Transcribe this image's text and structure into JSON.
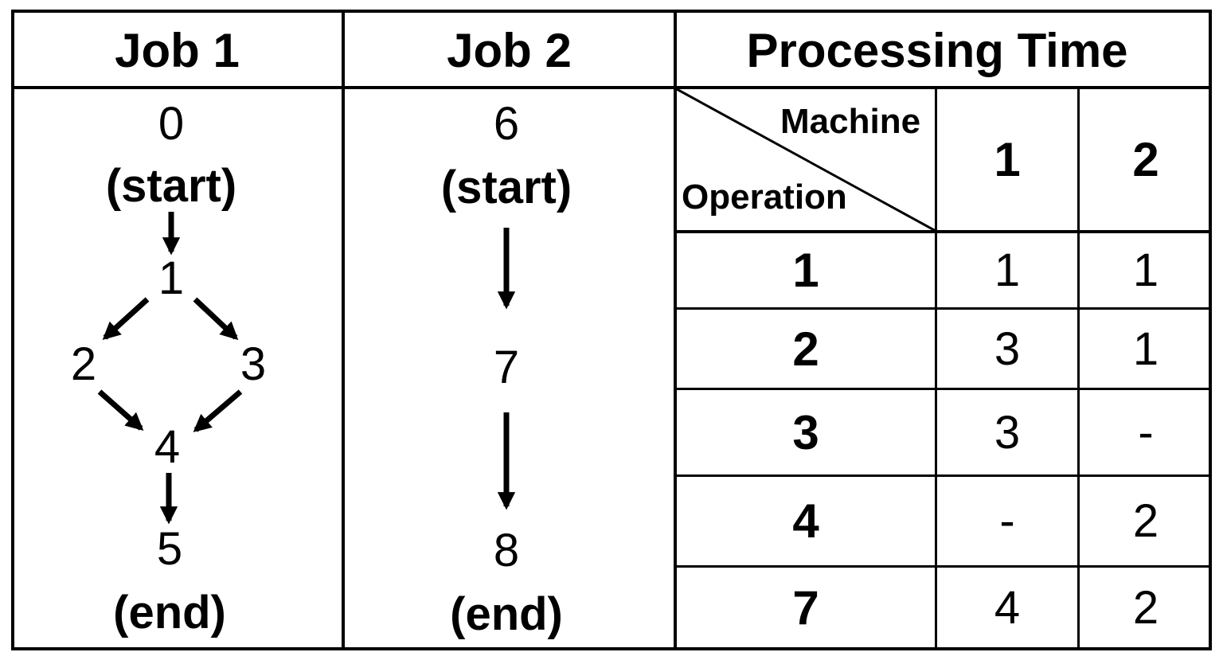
{
  "headers": {
    "job1": "Job 1",
    "job2": "Job 2",
    "processing": "Processing Time"
  },
  "job1": {
    "nodes": {
      "n0": "0",
      "n1": "1",
      "n2": "2",
      "n3": "3",
      "n4": "4",
      "n5": "5"
    },
    "start_label": "(start)",
    "end_label": "(end)"
  },
  "job2": {
    "nodes": {
      "n6": "6",
      "n7": "7",
      "n8": "8"
    },
    "start_label": "(start)",
    "end_label": "(end)"
  },
  "table": {
    "corner_top": "Machine",
    "corner_bottom": "Operation",
    "machines": [
      "1",
      "2"
    ],
    "rows": [
      {
        "op": "1",
        "m1": "1",
        "m2": "1"
      },
      {
        "op": "2",
        "m1": "3",
        "m2": "1"
      },
      {
        "op": "3",
        "m1": "3",
        "m2": "-"
      },
      {
        "op": "4",
        "m1": "-",
        "m2": "2"
      },
      {
        "op": "7",
        "m1": "4",
        "m2": "2"
      }
    ]
  }
}
